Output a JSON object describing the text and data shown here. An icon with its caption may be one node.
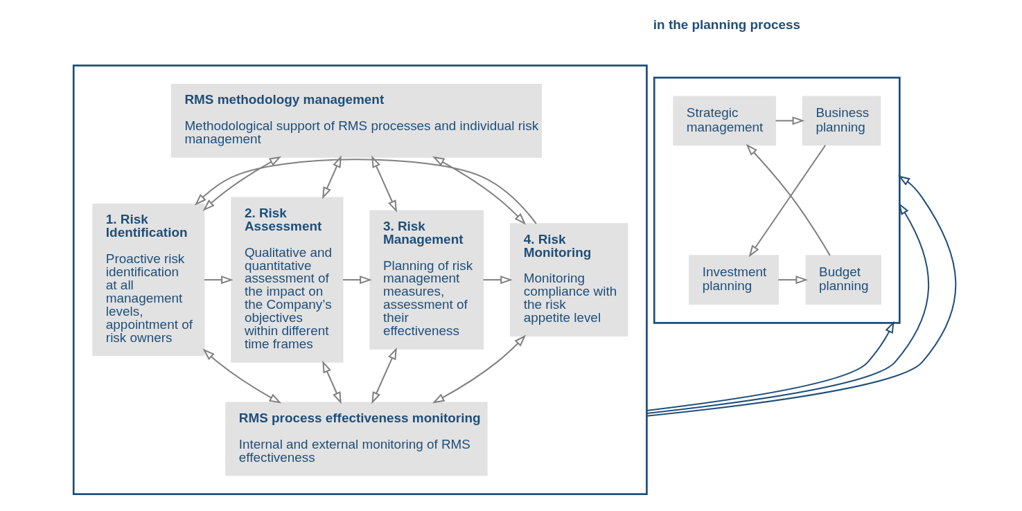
{
  "diagram": {
    "nodes": [
      {
        "text": [],
        "shape": "box"
      },
      {
        "text": [
          "RMS methodology management",
          "Methodological support of RMS processes and individual risk management"
        ],
        "in": 0
      },
      {
        "text": [
          "1. Risk Identification",
          "Proactive risk identification at all management levels, appointment of risk owners"
        ],
        "in": 0
      },
      {
        "text": [
          "2. Risk Assessment",
          "Qualitative and quantitative assessment of the impact on the Company’s objectives within different time frames"
        ],
        "in": 0
      },
      {
        "text": [
          "3. Risk Management",
          "Planning of risk management measures, assessment of their effectiveness"
        ],
        "in": 0
      },
      {
        "text": [
          "4. Risk Monitoring",
          "Monitoring compliance with the risk appetite level"
        ],
        "in": 0
      },
      {
        "text": [
          "RMS process effectiveness monitoring",
          "Internal and external monitoring of RMS effectiveness"
        ],
        "in": 0
      },
      {
        "text": [],
        "shape": "box"
      },
      {
        "text": [
          "Strategic management"
        ],
        "in": 7
      },
      {
        "text": [
          "Business planning"
        ],
        "in": 7
      },
      {
        "text": [
          "Budget planning"
        ],
        "in": 7
      },
      {
        "text": [
          "Investment planning"
        ],
        "in": 7
      }
    ],
    "edges": [
      {
        "from": 1,
        "to": 2,
        "arrow": "both"
      },
      {
        "from": 1,
        "to": 3,
        "arrow": "both"
      },
      {
        "from": 1,
        "to": 4,
        "arrow": "both"
      },
      {
        "from": 1,
        "to": 5,
        "arrow": "both"
      },
      {
        "from": 2,
        "to": 3,
        "arrow": "to"
      },
      {
        "from": 3,
        "to": 4,
        "arrow": "to"
      },
      {
        "from": 4,
        "to": 5,
        "arrow": "to"
      },
      {
        "from": 2,
        "to": 6,
        "arrow": "both"
      },
      {
        "from": 3,
        "to": 6,
        "arrow": "both"
      },
      {
        "from": 4,
        "to": 6,
        "arrow": "both"
      },
      {
        "from": 5,
        "to": 6,
        "arrow": "both"
      },
      {
        "from": 5,
        "to": 2,
        "arrow": "to"
      },
      {
        "from": 0,
        "to": 7,
        "arrow": "to",
        "color": "#1f4e79"
      },
      {
        "from": 0,
        "to": 7,
        "arrow": "to",
        "color": "#1f4e79"
      },
      {
        "from": 0,
        "to": 7,
        "arrow": "to",
        "color": "#1f4e79"
      },
      {
        "from": 8,
        "to": 9,
        "arrow": "to"
      },
      {
        "from": 9,
        "to": 11,
        "arrow": "to"
      },
      {
        "from": 11,
        "to": 10,
        "arrow": "to"
      },
      {
        "from": 10,
        "to": 8,
        "arrow": "to"
      }
    ],
    "labels": [
      "in the planning process"
    ]
  }
}
